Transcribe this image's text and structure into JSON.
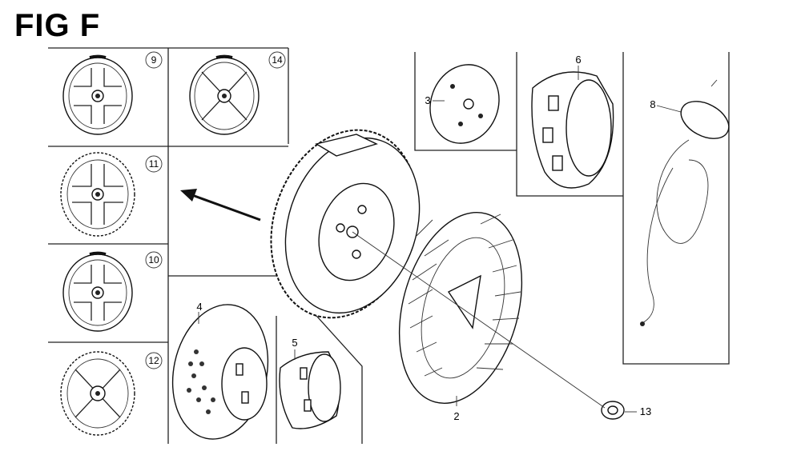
{
  "figure": {
    "title": "FIG F"
  },
  "callouts": {
    "p2": "2",
    "p3": "3",
    "p4": "4",
    "p5": "5",
    "p6": "6",
    "p8": "8",
    "p9": "9",
    "p10": "10",
    "p11": "11",
    "p12": "12",
    "p13": "13",
    "p14": "14"
  }
}
